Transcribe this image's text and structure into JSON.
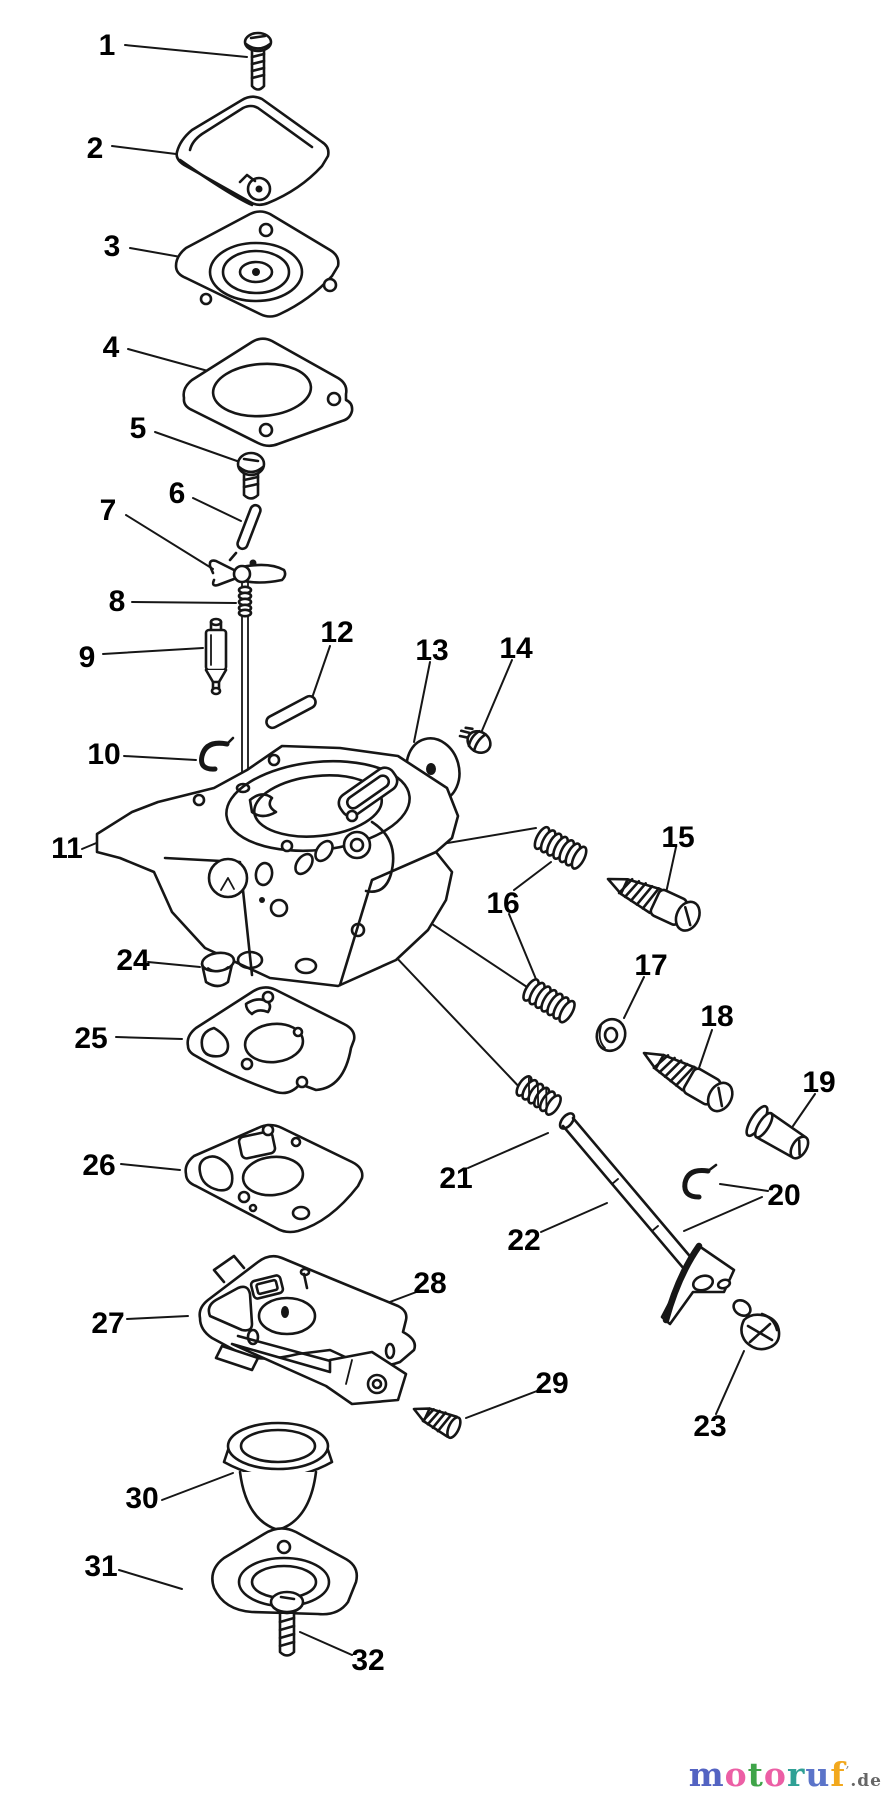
{
  "diagram": {
    "type": "exploded-parts-diagram",
    "part_labels": [
      "1",
      "2",
      "3",
      "4",
      "5",
      "6",
      "7",
      "8",
      "9",
      "10",
      "11",
      "12",
      "13",
      "14",
      "15",
      "16",
      "17",
      "18",
      "19",
      "20",
      "21",
      "22",
      "23",
      "24",
      "25",
      "26",
      "27",
      "28",
      "29",
      "30",
      "31",
      "32"
    ]
  },
  "watermark": {
    "letters": [
      {
        "ch": "m",
        "color": "#5363c2"
      },
      {
        "ch": "o",
        "color": "#ec5fa5"
      },
      {
        "ch": "t",
        "color": "#3fa449"
      },
      {
        "ch": "o",
        "color": "#ec5fa5"
      },
      {
        "ch": "r",
        "color": "#2fa095"
      },
      {
        "ch": "u",
        "color": "#5b74c9"
      },
      {
        "ch": "f",
        "color": "#f2a81d"
      }
    ],
    "suffix": ".de",
    "suffix_color": "#666666"
  }
}
